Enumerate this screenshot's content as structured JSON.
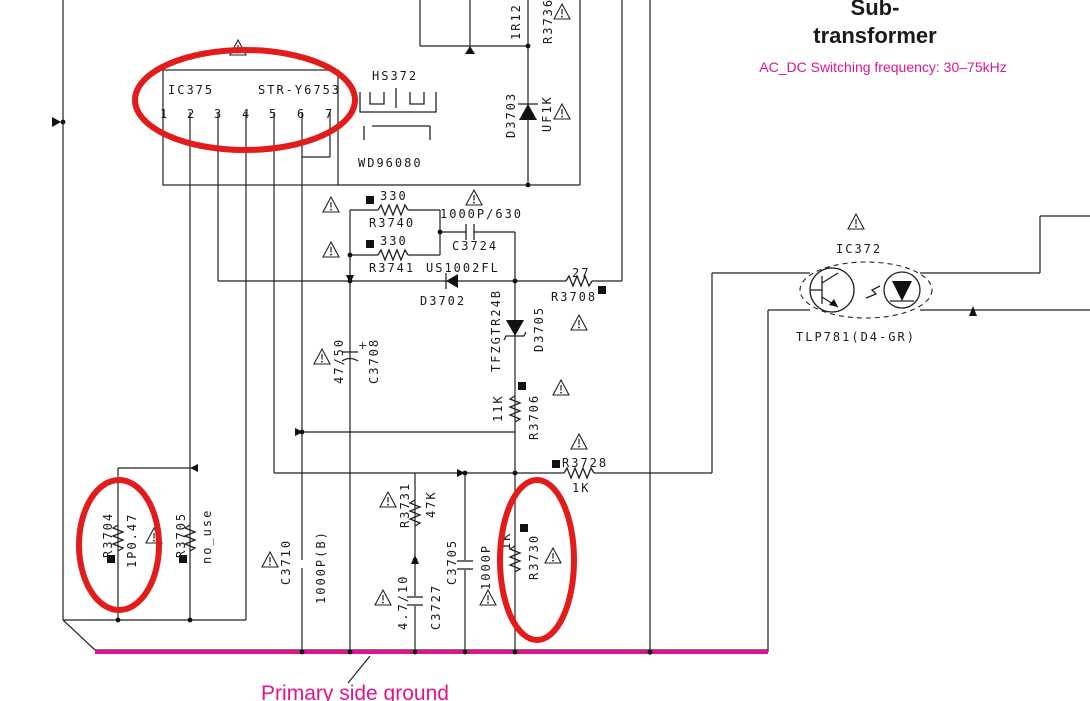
{
  "texts": {
    "sub_title_1": "Sub-",
    "sub_title_2": "transformer",
    "freq_note": "AC_DC Switching frequency: 30–75kHz",
    "ground_label": "Primary side ground",
    "ic375": "IC375",
    "ic375_part": "STR-Y6753",
    "ic375_pins": [
      "1",
      "2",
      "3",
      "4",
      "5",
      "6",
      "7"
    ],
    "hs372": "HS372",
    "wd96080": "WD96080",
    "r3736": "R3736",
    "r3712": "1R12",
    "d3703": "D3703",
    "uf1k": "UF1K",
    "r330a": "330",
    "r3740": "R3740",
    "c_1000p630": "1000P/630",
    "r330b": "330",
    "c3724": "C3724",
    "r3741": "R3741",
    "us1002fl": "US1002FL",
    "d3702": "D3702",
    "r27": "27",
    "r3708": "R3708",
    "tfz": "TFZGTR24B",
    "d3705": "D3705",
    "c_47_50": "47/50",
    "c3708": "C3708",
    "r11k": "11K",
    "r3706": "R3706",
    "r3728": "R3728",
    "r1k": "1K",
    "ic372": "IC372",
    "tlp781": "TLP781(D4-GR)",
    "r3704": "R3704",
    "r1p047": "1P0.47",
    "r3705": "R3705",
    "no_use": "no_use",
    "c3710": "C3710",
    "c1000pb": "1000P(B)",
    "r3731": "R3731",
    "r47k": "47K",
    "c_4710": "4.7/10",
    "c3727": "C3727",
    "c3705": "C3705",
    "c1000p": "1000P",
    "r1k_b": "1K",
    "r3730": "R3730"
  },
  "colors": {
    "wire": "#222222",
    "highlight_circle": "#e21b1b",
    "ground_bus": "#e0158c",
    "note_text": "#e0158c"
  },
  "icons": [
    "warning-triangle-icon",
    "safety-square-icon",
    "arrow-marker-icon",
    "diode-icon",
    "optocoupler-icon"
  ]
}
